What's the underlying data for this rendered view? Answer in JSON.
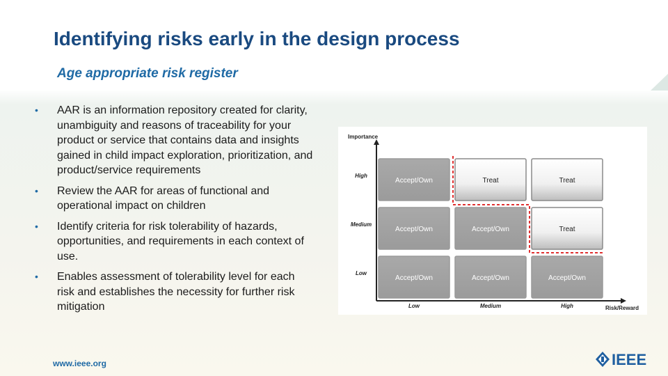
{
  "slide": {
    "title": "Identifying risks early in the design process",
    "subtitle": "Age appropriate risk register",
    "bullets": [
      "AAR is an information repository created for clarity, unambiguity and reasons of traceability for your product or service that contains data and insights gained in child impact exploration, prioritization, and product/service requirements",
      "Review the AAR for areas of functional and operational impact on children",
      "Identify criteria for risk tolerability of hazards, opportunities, and requirements in each context of use.",
      "Enables assessment of tolerability level for each risk and establishes the necessity for further risk mitigation"
    ],
    "bullet_glyph": "•"
  },
  "matrix": {
    "y_axis_label": "Importance",
    "x_axis_label": "Risk/Reward",
    "row_labels": [
      "High",
      "Medium",
      "Low"
    ],
    "col_labels": [
      "Low",
      "Medium",
      "High"
    ],
    "cells": [
      [
        "Accept/Own",
        "Treat",
        "Treat"
      ],
      [
        "Accept/Own",
        "Accept/Own",
        "Treat"
      ],
      [
        "Accept/Own",
        "Accept/Own",
        "Accept/Own"
      ]
    ],
    "colors": {
      "accept_fill": "#a3a3a3",
      "treat_fill": "#f2f2f2",
      "boundary": "#e03030",
      "axis": "#222222"
    }
  },
  "footer": {
    "url": "www.ieee.org",
    "logo_text": "IEEE",
    "logo_icon": "ieee-diamond-icon"
  }
}
